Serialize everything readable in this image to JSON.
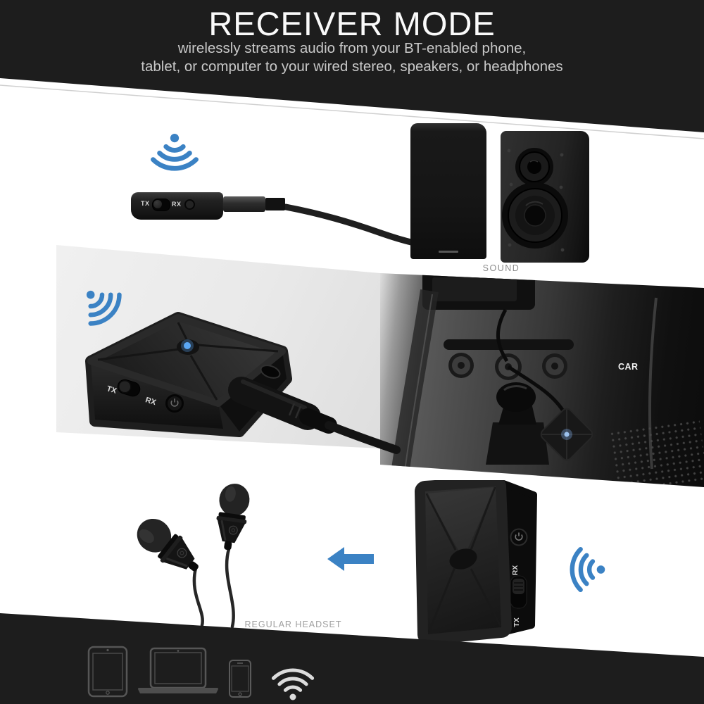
{
  "header": {
    "title": "RECEIVER MODE",
    "subtitle_line1": "wirelessly streams audio from your BT-enabled phone,",
    "subtitle_line2": "tablet, or computer to your wired stereo, speakers, or headphones"
  },
  "adapter": {
    "tx_label": "TX",
    "rx_label": "RX"
  },
  "captions": {
    "sound": "SOUND",
    "car": "CAR",
    "headset": "REGULAR HEADSET"
  },
  "icons": {
    "wifi_signal": "wifi-signal",
    "left_arrow": "left-arrow",
    "tablet": "tablet",
    "laptop": "laptop",
    "smartphone": "smartphone",
    "wifi": "wifi"
  },
  "colors": {
    "accent_blue": "#3b82c4",
    "led_blue": "#5aa7f5",
    "band_black": "#1d1d1d",
    "panel_gray": "#e9e9e9",
    "subtitle_gray": "#c9c9c9",
    "caption_gray": "#8d8d8d"
  }
}
